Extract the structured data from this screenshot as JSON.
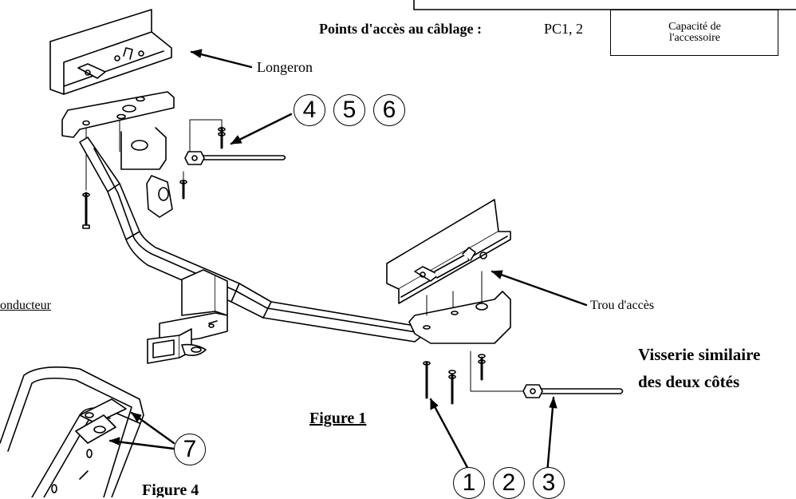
{
  "header": {
    "access_points_label": "Points d'accès au câblage :",
    "access_points_value": "PC1, 2",
    "capacity_label_line1": "Capacité de",
    "capacity_label_line2": "l'accessoire"
  },
  "labels": {
    "longeron": "Longeron",
    "trou_acces": "Trou d'accès",
    "conducteur": "onducteur",
    "visserie_line1": "Visserie similaire",
    "visserie_line2": "des deux côtés",
    "figure1": "Figure 1",
    "figure4": "Figure 4"
  },
  "callouts": {
    "group_top": [
      "4",
      "5",
      "6"
    ],
    "group_bottom": [
      "1",
      "2",
      "3"
    ],
    "single": "7"
  }
}
